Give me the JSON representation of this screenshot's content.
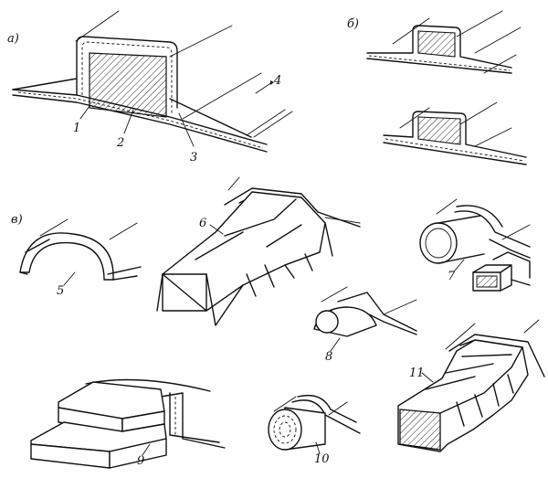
{
  "colors": {
    "ink": "#111111",
    "paper": "#ffffff"
  },
  "labels": {
    "section_a": "а)",
    "section_b": "б)",
    "section_v": "в)",
    "n1": "1",
    "n2": "2",
    "n3": "3",
    "n4": "4",
    "n5": "5",
    "n6": "6",
    "n7": "7",
    "n8": "8",
    "n9": "9",
    "n10": "10",
    "n11": "11"
  }
}
